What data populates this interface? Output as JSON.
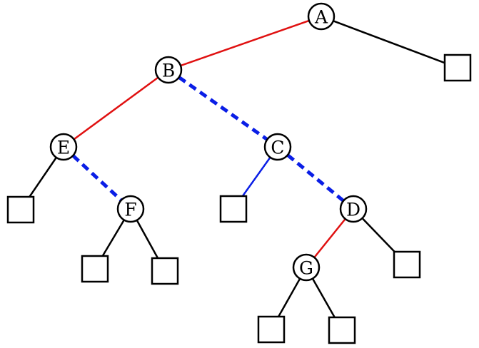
{
  "colors": {
    "red": "#e01010",
    "blue": "#0a1ee6",
    "black": "#000000",
    "node_fill": "#ffffff"
  },
  "nodes": [
    {
      "id": "A",
      "label": "A"
    },
    {
      "id": "B",
      "label": "B"
    },
    {
      "id": "C",
      "label": "C"
    },
    {
      "id": "D",
      "label": "D"
    },
    {
      "id": "E",
      "label": "E"
    },
    {
      "id": "F",
      "label": "F"
    },
    {
      "id": "G",
      "label": "G"
    }
  ],
  "leaves": [
    "leaf-a",
    "leaf-e",
    "leaf-f-left",
    "leaf-f-right",
    "leaf-c",
    "leaf-d",
    "leaf-g-left",
    "leaf-g-right"
  ],
  "edges": [
    {
      "from": "A",
      "to": "B",
      "color": "red",
      "style": "solid"
    },
    {
      "from": "A",
      "to": "leaf-a",
      "color": "black",
      "style": "solid"
    },
    {
      "from": "B",
      "to": "E",
      "color": "red",
      "style": "solid"
    },
    {
      "from": "B",
      "to": "C",
      "color": "blue",
      "style": "dashed"
    },
    {
      "from": "E",
      "to": "leaf-e",
      "color": "black",
      "style": "solid"
    },
    {
      "from": "E",
      "to": "F",
      "color": "blue",
      "style": "dashed"
    },
    {
      "from": "F",
      "to": "leaf-f-left",
      "color": "black",
      "style": "solid"
    },
    {
      "from": "F",
      "to": "leaf-f-right",
      "color": "black",
      "style": "solid"
    },
    {
      "from": "C",
      "to": "leaf-c",
      "color": "blue",
      "style": "solid"
    },
    {
      "from": "C",
      "to": "D",
      "color": "blue",
      "style": "dashed"
    },
    {
      "from": "D",
      "to": "G",
      "color": "red",
      "style": "solid"
    },
    {
      "from": "D",
      "to": "leaf-d",
      "color": "black",
      "style": "solid"
    },
    {
      "from": "G",
      "to": "leaf-g-left",
      "color": "black",
      "style": "solid"
    },
    {
      "from": "G",
      "to": "leaf-g-right",
      "color": "black",
      "style": "solid"
    }
  ]
}
